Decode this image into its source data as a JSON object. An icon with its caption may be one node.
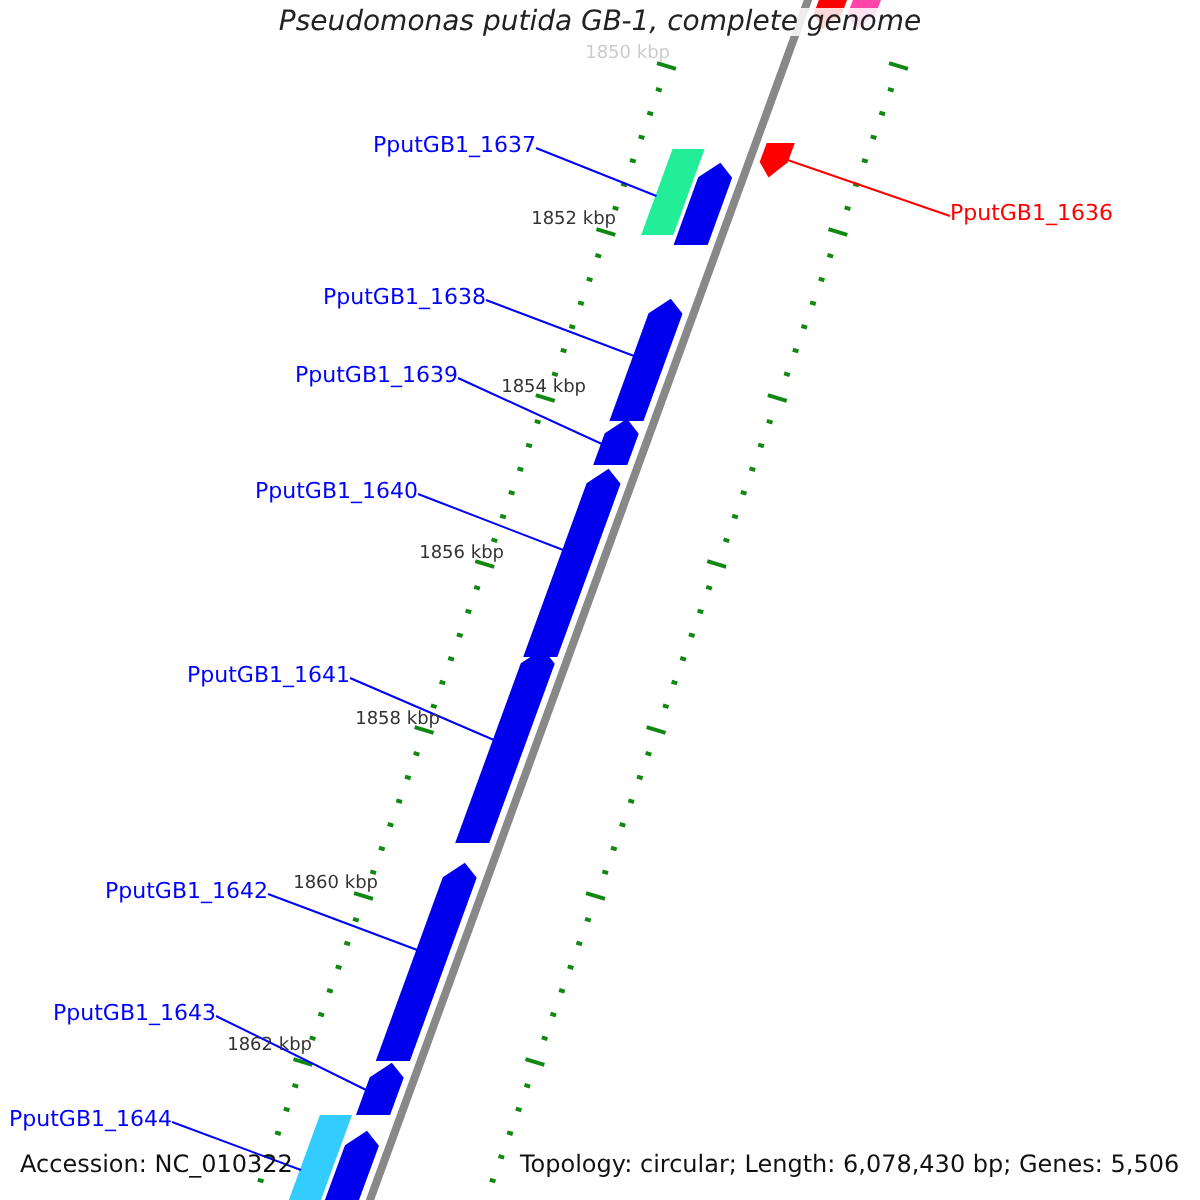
{
  "diagram": {
    "title": "Pseudomonas putida GB-1, complete genome",
    "nodes": [
      {
        "text": [],
        "shape": "bar"
      },
      {
        "text": [],
        "shape": "bar"
      },
      {
        "text": [
          "PputGB1_1637"
        ]
      },
      {
        "text": [],
        "shape": "bar"
      },
      {
        "text": [],
        "shape": "bar"
      },
      {
        "text": [],
        "shape": "bar"
      },
      {
        "text": [
          "PputGB1_1636"
        ]
      },
      {
        "text": [
          "PputGB1_1638"
        ]
      },
      {
        "text": [],
        "shape": "bar"
      },
      {
        "text": [
          "PputGB1_1639"
        ]
      },
      {
        "text": [],
        "shape": "bar"
      },
      {
        "text": [
          "PputGB1_1640"
        ]
      },
      {
        "text": [],
        "shape": "bar"
      },
      {
        "text": [
          "PputGB1_1641"
        ]
      },
      {
        "text": [],
        "shape": "bar"
      },
      {
        "text": [
          "PputGB1_1642"
        ]
      },
      {
        "text": [],
        "shape": "bar"
      },
      {
        "text": [
          "PputGB1_1643"
        ]
      },
      {
        "text": [],
        "shape": "bar"
      },
      {
        "text": [
          "PputGB1_1644"
        ]
      },
      {
        "text": [],
        "shape": "bar"
      },
      {
        "text": [],
        "shape": "bar"
      }
    ],
    "edges": [
      {
        "from": 2,
        "to": 3,
        "arrow": "none"
      },
      {
        "from": 6,
        "to": 5,
        "arrow": "none",
        "color": "#ff0000"
      },
      {
        "from": 7,
        "to": 8,
        "arrow": "none"
      },
      {
        "from": 9,
        "to": 10,
        "arrow": "none"
      },
      {
        "from": 11,
        "to": 12,
        "arrow": "none"
      },
      {
        "from": 13,
        "to": 14,
        "arrow": "none"
      },
      {
        "from": 15,
        "to": 16,
        "arrow": "none"
      },
      {
        "from": 17,
        "to": 18,
        "arrow": "none"
      },
      {
        "from": 19,
        "to": 20,
        "arrow": "none"
      }
    ],
    "labels": [
      "1850 kbp",
      "1852 kbp",
      "1854 kbp",
      "1856 kbp",
      "1858 kbp",
      "1860 kbp",
      "1862 kbp",
      "Accession: NC_010322",
      "Topology: circular; Length: 6,078,430 bp; Genes: 5,506"
    ]
  }
}
